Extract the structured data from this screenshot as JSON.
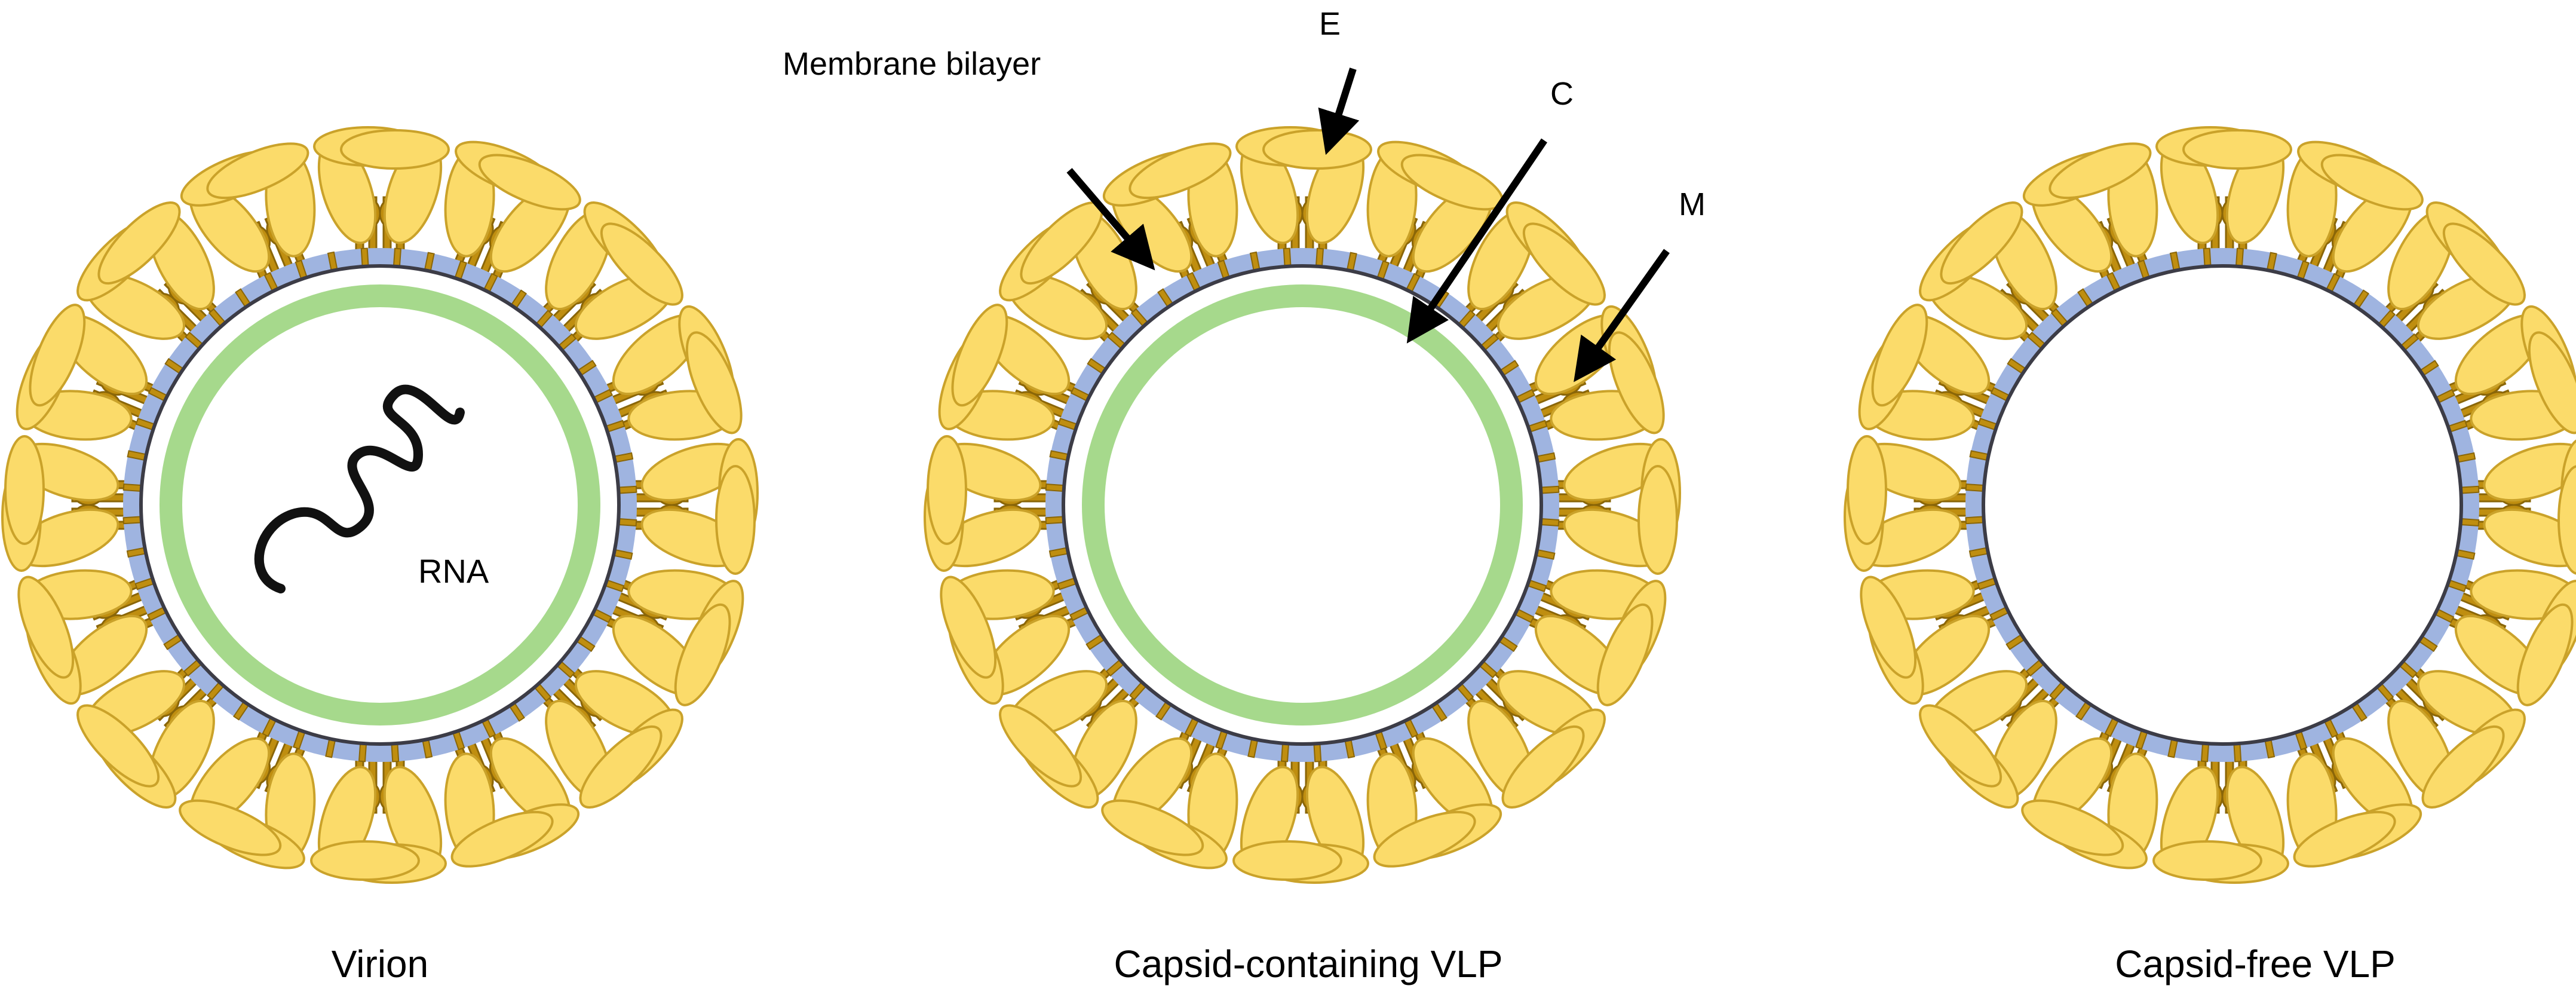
{
  "captions": {
    "virion": "Virion",
    "capsid_vlp": "Capsid-containing VLP",
    "capsid_free_vlp": "Capsid-free VLP"
  },
  "labels": {
    "rna": "RNA",
    "membrane": "Membrane bilayer",
    "e": "E",
    "c": "C",
    "m": "M"
  },
  "colors": {
    "e_protein_fill": "#fbdb6a",
    "e_protein_stroke": "#caa22a",
    "m_protein_fill": "#bf8e10",
    "m_protein_stroke": "#8a6608",
    "membrane": "#9fb4e0",
    "membrane_line": "#3c3c46",
    "capsid": "#a6d98c",
    "rna": "#111111",
    "arrow": "#000000"
  }
}
